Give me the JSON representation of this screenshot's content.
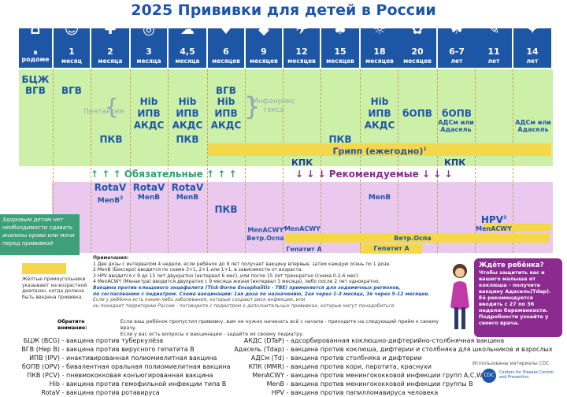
{
  "title": "2025  Прививки для детей в России",
  "ages": [
    {
      "n": "в родоме",
      "u": "",
      "first": true
    },
    {
      "n": "1",
      "u": "месяц"
    },
    {
      "n": "2",
      "u": "месяца"
    },
    {
      "n": "3",
      "u": "месяца"
    },
    {
      "n": "4,5",
      "u": "месяца"
    },
    {
      "n": "6",
      "u": "месяцев"
    },
    {
      "n": "9",
      "u": "месяцев"
    },
    {
      "n": "12",
      "u": "месяцев"
    },
    {
      "n": "15",
      "u": "месяцев"
    },
    {
      "n": "18",
      "u": "месяцев"
    },
    {
      "n": "20",
      "u": "месяцев"
    },
    {
      "n": "6-7",
      "u": "лет"
    },
    {
      "n": "11",
      "u": "лет"
    },
    {
      "n": "14",
      "u": "лет"
    }
  ],
  "mandatory": {
    "bcg": "БЦЖ",
    "vgv0": "ВГВ",
    "vgv1": "ВГВ",
    "pentaxim": "Пентаксим",
    "hib3": "Hib",
    "ipv3": "ИПВ",
    "akds3": "АКДС",
    "hib45": "Hib",
    "ipv45": "ИПВ",
    "akds45": "АКДС",
    "vgv6": "ВГВ",
    "hib6": "Hib",
    "ipv6": "ИПВ",
    "akds6": "АКДС",
    "infanrix": "Инфанрикс гекса",
    "pkv2": "ПКВ",
    "pkv45": "ПКВ",
    "pkv15": "ПКВ",
    "hib18": "Hib",
    "ipv18": "ИПВ",
    "akds18": "АКДС",
    "bopv20": "бОПВ",
    "bopv67": "бОПВ",
    "ads67": "АДСм или Адасель",
    "ads14": "АДСм или Адасель",
    "flu": "Грипп (ежегодно)",
    "flu_sup": "1",
    "kpk1": "КПК",
    "kpk2": "КПК"
  },
  "mand_label": "↑ ↑ ↑ Обязательные ↑ ↑ ↑",
  "rec_label": "↓ ↓ ↓ Рекомендуемые ↓ ↓ ↓",
  "recommended": {
    "rotav2": "RotaV",
    "menb2": "MenB",
    "rotav3": "RotaV",
    "menb3": "MenB",
    "rotav45": "RotaV",
    "menb45": "MenB",
    "pkv6": "ПКВ",
    "menacwy9": "MenACWY",
    "menacwy12": "MenACWY",
    "vetr1": "Ветр.Оспа",
    "vetr2": "Ветр.Оспа",
    "hepa1": "Гепатит А",
    "hepa2": "Гепатит А",
    "menb18": "MenB",
    "hpv": "HPV",
    "hpv_sup": "3",
    "menacwy11": "MenACWY"
  },
  "healthy": "Здоровым детям нет необходимости сдавать анализы крови или мочи перед прививкой",
  "legend_text": "Жёлтые прямоугольники указывают на возрастной диапазон, когда должна быть введена прививка.",
  "notes": {
    "heading": "Примечания:",
    "n1": "1 Две дозы с интервалом 4 недели, если ребёнок до 9 лет получает вакцину впервые, затем каждую осень по 1 дозе.",
    "n2": "2 MenB (Бексеро) вводится по схеме 3+1, 2+1 или 1+1, в зависимости от возраста.",
    "n3": "3 HPV вводится с 9 до 15 лет двукратно (интервал 6 мес), или после 15 лет трехкратно (схема 0-2-6 мес).",
    "n4": "4 MenACWY (Менактра) вводится двукратно с 9 месяца жизни (интервал 3 месяца), либо после 2 лет однократно.",
    "tbe1": "Вакцина против клещевого энцефалита (Tick-Borne Encephalitis - TBE) применяется для эндемичных регионов,",
    "tbe2": "по согласованию с педиатром. Схема вакцинации: 1ая доза по назначению, 2ая через 1-3 месяца, 3я через 5-12 месяцев.",
    "g1": "Если у ребёнка есть какие-либо заболевания, которые создают риск инфекции, или",
    "g2": "он покидает территорию России - поговорите с педиатром о дополнительных прививках, которые могут понадобиться."
  },
  "attention": {
    "label": "Обратите внимание:",
    "l1": "Если ваш ребёнок пропустил прививку, вам не нужно начинать всё с начала - приходите на следующий приём к своему врачу.",
    "l2": "Если у вас есть вопросы о вакцинации - задайте их своему педиатру."
  },
  "pregnant": {
    "title": "Ждёте ребёнка?",
    "text": "Чтобы защитить вас и вашего малыша от коклюша - получите вакцину Адасель(Tdap). Её рекомендуется вводить с 27 по 36 неделю беременности. Подробности узнайте у своего врача."
  },
  "glossary_left": [
    {
      "c": "БЦЖ (BCG)",
      "d": "вакцина против туберкулёза"
    },
    {
      "c": "ВГВ (Hep B)",
      "d": "вакцина против вирусного гепатита В"
    },
    {
      "c": "ИПВ (IPV)",
      "d": "инактивированная полиомиелитная вакцина"
    },
    {
      "c": "бОПВ (OPV)",
      "d": "бивалентная оральная полиомиелитная вакцина"
    },
    {
      "c": "ПКВ (PCV)",
      "d": "пневмококковая конъюгированная вакцина"
    },
    {
      "c": "Hib",
      "d": "вакцина против гемофильной инфекции типа В"
    },
    {
      "c": "RotaV",
      "d": "вакцина против ротавируса"
    }
  ],
  "glossary_right": [
    {
      "c": "АКДС (DTaP)",
      "d": "адсорбированная коклюшно-дифтерийно-столбнячная вакцина"
    },
    {
      "c": "Адасель (Tdap)",
      "d": "вакцина против коклюша, дифтерии и столбняка для школьников и взрослых"
    },
    {
      "c": "АДСм (Td)",
      "d": "вакцина против столбняка и дифтерии"
    },
    {
      "c": "КПК (MMR)",
      "d": "вакцина против кори, паротита, краснухи"
    },
    {
      "c": "MenACWY",
      "d": "вакцина против менингококковой инфекции групп A,C,W,Y"
    },
    {
      "c": "MenB",
      "d": "вакцина против менингококковой инфекции группы В"
    },
    {
      "c": "HPV",
      "d": "вакцина против папилломавируса человека"
    }
  ],
  "cdc_note": "Использованы материалы CDC",
  "cdc_logo": "CDC",
  "cdc_text": "Centers for Disease Control and Prevention"
}
